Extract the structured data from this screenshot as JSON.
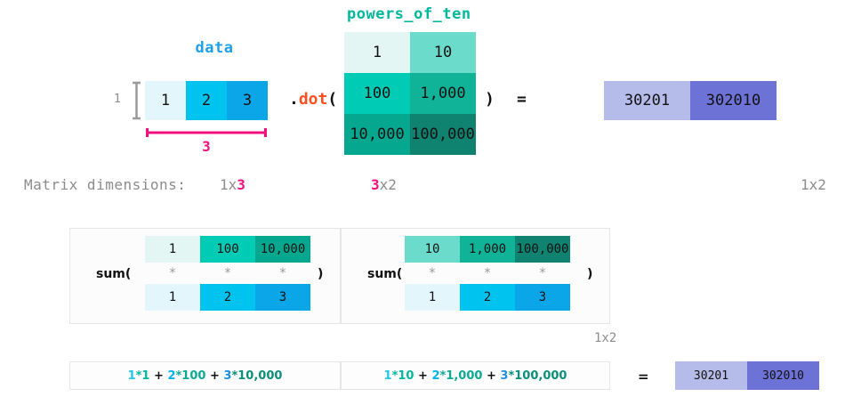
{
  "titles": {
    "data": "data",
    "powers_of_ten": "powers_of_ten"
  },
  "operators": {
    "dot_prefix": ".",
    "dot_keyword": "dot",
    "paren_open": "(",
    "paren_close": ")",
    "equals": "=",
    "equals_bottom": "=",
    "sum_open": "sum(",
    "sum_close": ")",
    "multiply": "*"
  },
  "data_vector": {
    "values": [
      "1",
      "2",
      "3"
    ],
    "row_dim_label": "1",
    "col_dim_label": "3"
  },
  "powers_of_ten": {
    "rows": [
      [
        "1",
        "10"
      ],
      [
        "100",
        "1,000"
      ],
      [
        "10,000",
        "100,000"
      ]
    ]
  },
  "result": {
    "values": [
      "30201",
      "302010"
    ]
  },
  "dimensions": {
    "caption": "Matrix dimensions:",
    "a_prefix": "1x",
    "a_highlight": "3",
    "b_highlight": "3",
    "b_suffix": "x2",
    "c": "1x2",
    "mid": "1x2"
  },
  "sum_panels": [
    {
      "top_row": [
        "1",
        "100",
        "10,000"
      ],
      "op_row": [
        "*",
        "*",
        "*"
      ],
      "bottom_row": [
        "1",
        "2",
        "3"
      ]
    },
    {
      "top_row": [
        "10",
        "1,000",
        "100,000"
      ],
      "op_row": [
        "*",
        "*",
        "*"
      ],
      "bottom_row": [
        "1",
        "2",
        "3"
      ]
    }
  ],
  "formulas": [
    {
      "terms": [
        {
          "coef": "1",
          "star": "*",
          "factor": "1"
        },
        {
          "coef": "2",
          "star": "*",
          "factor": "100"
        },
        {
          "coef": "3",
          "star": "*",
          "factor": "10,000"
        }
      ],
      "plus": "+"
    },
    {
      "terms": [
        {
          "coef": "1",
          "star": "*",
          "factor": "10"
        },
        {
          "coef": "2",
          "star": "*",
          "factor": "1,000"
        },
        {
          "coef": "3",
          "star": "*",
          "factor": "100,000"
        }
      ],
      "plus": "+"
    }
  ],
  "colors": {
    "data_title": "#1f9fe8",
    "powers_title": "#00b89c",
    "pink_accent": "#f4117f",
    "dot_keyword": "#ff4f1f",
    "gray_text": "#8b8b8b",
    "blue_cells": [
      "#e2f6fb",
      "#00c3f0",
      "#0aa6e8"
    ],
    "teal_cells": [
      "#e4f6f3",
      "#6bdccb",
      "#00cbb4",
      "#10b397",
      "#05a88f",
      "#0f8270"
    ],
    "purple_cells": [
      "#b6bcea",
      "#6d72d6"
    ]
  }
}
